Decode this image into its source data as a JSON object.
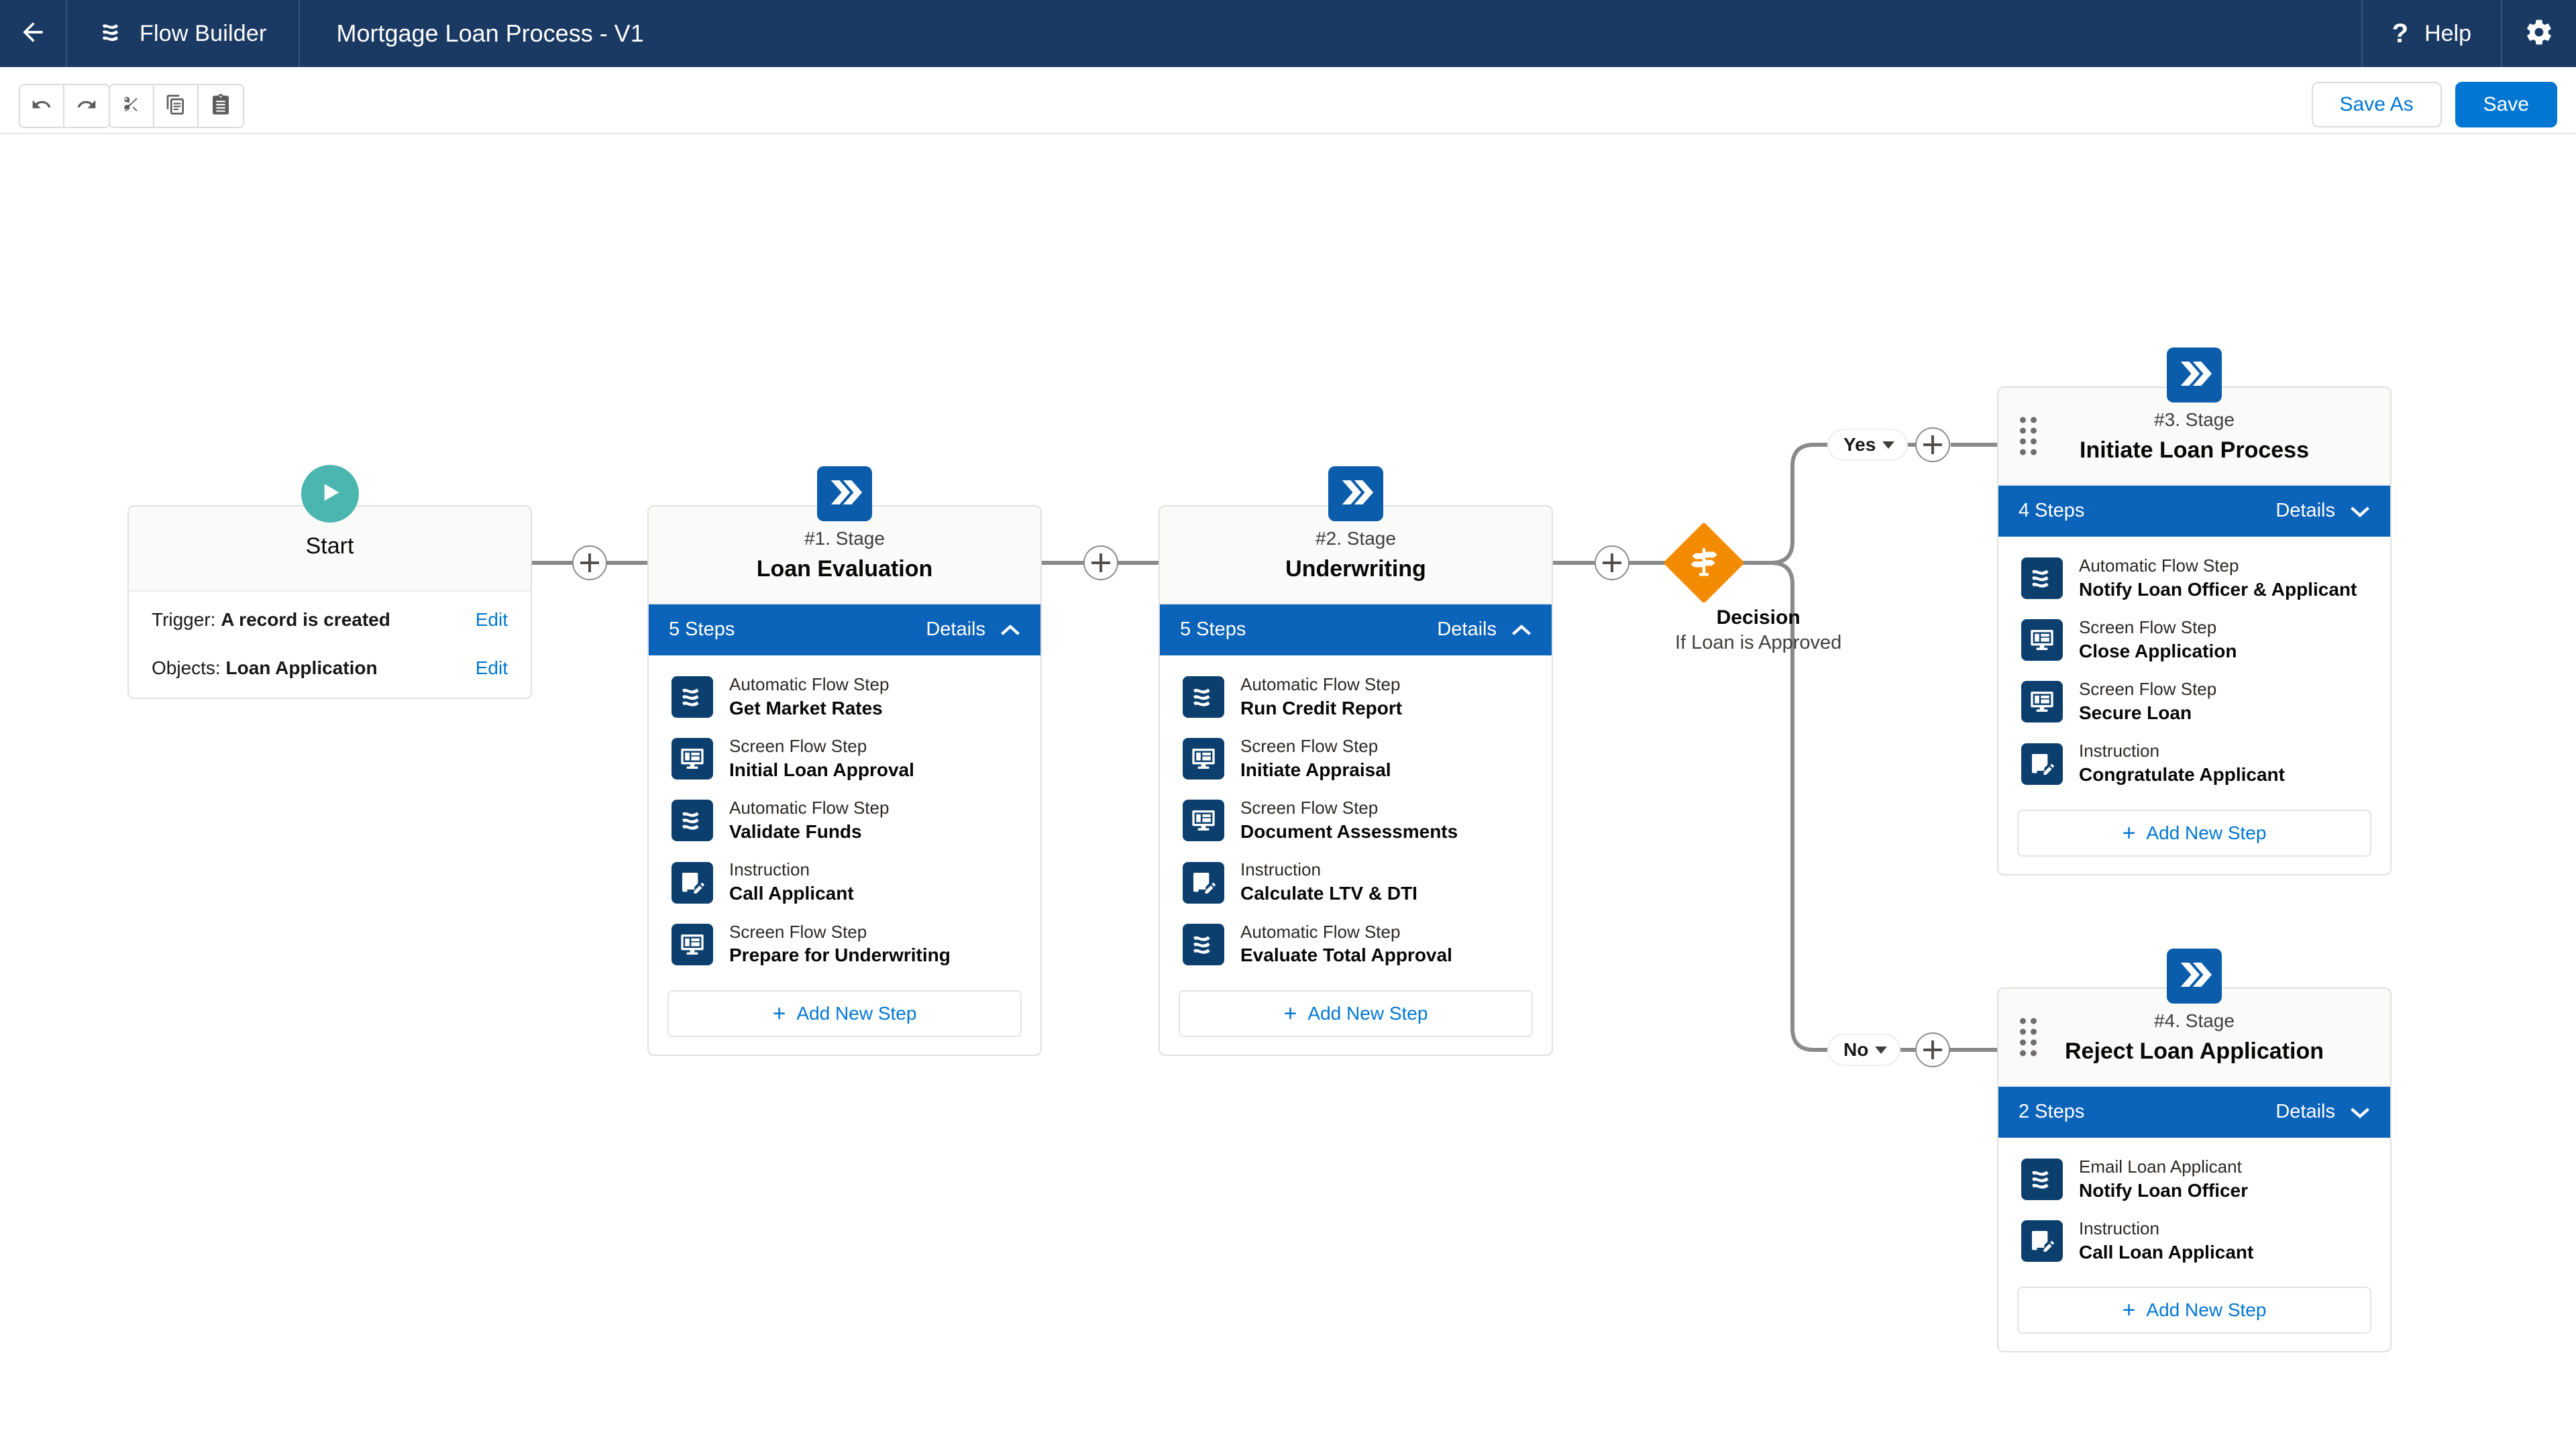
{
  "header": {
    "back_icon": "arrow-left-icon",
    "app_icon": "flow-builder-icon",
    "app_name": "Flow Builder",
    "flow_title": "Mortgage Loan Process - V1",
    "help_icon": "question-mark-icon",
    "help_label": "Help",
    "settings_icon": "gear-icon"
  },
  "toolbar": {
    "undo_icon": "undo-icon",
    "redo_icon": "redo-icon",
    "cut_icon": "scissors-icon",
    "copy_icon": "copy-icon",
    "paste_icon": "clipboard-icon",
    "save_as_label": "Save As",
    "save_label": "Save"
  },
  "colors": {
    "header_bg": "#1b3a63",
    "primary_blue": "#0176d3",
    "details_bar": "#0b63ba",
    "stage_badge": "#0b5cab",
    "step_icon": "#0c3f6e",
    "start_teal": "#4bb5b0",
    "decision_orange": "#f28b00",
    "link_blue": "#0176d3",
    "wire_gray": "#8a8a8a"
  },
  "canvas": {
    "start_node": {
      "badge_icon": "play-icon",
      "title": "Start",
      "rows": [
        {
          "label": "Trigger:",
          "value": "A record is created",
          "action": "Edit"
        },
        {
          "label": "Objects:",
          "value": "Loan Application",
          "action": "Edit"
        }
      ]
    },
    "decision_node": {
      "icon": "signpost-icon",
      "name": "Decision",
      "description": "If Loan is Approved",
      "branches": [
        {
          "label": "Yes",
          "caret_icon": "chevron-down-icon"
        },
        {
          "label": "No",
          "caret_icon": "chevron-down-icon"
        }
      ]
    },
    "add_step_label": "Add New Step",
    "details_label": "Details",
    "stages": [
      {
        "badge_icon": "double-chevron-icon",
        "number": "#1. Stage",
        "name": "Loan Evaluation",
        "steps_count": "5 Steps",
        "expanded": true,
        "chevron_icon": "chevron-up-icon",
        "steps": [
          {
            "type": "Automatic Flow Step",
            "name": "Get Market Rates",
            "icon": "flow-waves-icon"
          },
          {
            "type": "Screen Flow Step",
            "name": "Initial Loan Approval",
            "icon": "screen-icon"
          },
          {
            "type": "Automatic Flow Step",
            "name": "Validate Funds",
            "icon": "flow-waves-icon"
          },
          {
            "type": "Instruction",
            "name": "Call Applicant",
            "icon": "instruction-icon"
          },
          {
            "type": "Screen Flow Step",
            "name": "Prepare for Underwriting",
            "icon": "screen-icon"
          }
        ]
      },
      {
        "badge_icon": "double-chevron-icon",
        "number": "#2. Stage",
        "name": "Underwriting",
        "steps_count": "5 Steps",
        "expanded": true,
        "chevron_icon": "chevron-up-icon",
        "steps": [
          {
            "type": "Automatic Flow Step",
            "name": "Run Credit Report",
            "icon": "flow-waves-icon"
          },
          {
            "type": "Screen Flow Step",
            "name": "Initiate Appraisal",
            "icon": "screen-icon"
          },
          {
            "type": "Screen Flow Step",
            "name": "Document Assessments",
            "icon": "screen-icon"
          },
          {
            "type": "Instruction",
            "name": "Calculate LTV & DTI",
            "icon": "instruction-icon"
          },
          {
            "type": "Automatic Flow Step",
            "name": "Evaluate Total Approval",
            "icon": "flow-waves-icon"
          }
        ]
      },
      {
        "badge_icon": "double-chevron-icon",
        "number": "#3. Stage",
        "name": "Initiate Loan Process",
        "steps_count": "4 Steps",
        "expanded": false,
        "chevron_icon": "chevron-down-icon",
        "drag_handle_icon": "drag-handle-icon",
        "steps": [
          {
            "type": "Automatic Flow Step",
            "name": "Notify Loan Officer & Applicant",
            "icon": "flow-waves-icon"
          },
          {
            "type": "Screen Flow Step",
            "name": "Close Application",
            "icon": "screen-icon"
          },
          {
            "type": "Screen Flow Step",
            "name": "Secure Loan",
            "icon": "screen-icon"
          },
          {
            "type": "Instruction",
            "name": "Congratulate Applicant",
            "icon": "instruction-icon"
          }
        ]
      },
      {
        "badge_icon": "double-chevron-icon",
        "number": "#4. Stage",
        "name": "Reject Loan Application",
        "steps_count": "2 Steps",
        "expanded": false,
        "chevron_icon": "chevron-down-icon",
        "drag_handle_icon": "drag-handle-icon",
        "steps": [
          {
            "type": "Email Loan Applicant",
            "name": "Notify Loan Officer",
            "icon": "flow-waves-icon"
          },
          {
            "type": "Instruction",
            "name": "Call Loan Applicant",
            "icon": "instruction-icon"
          }
        ]
      }
    ]
  }
}
